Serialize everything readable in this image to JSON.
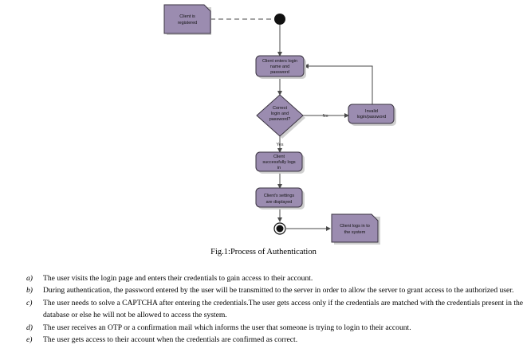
{
  "diagram": {
    "nodes": {
      "registered": [
        "Client is",
        "registered"
      ],
      "enter": [
        "Client enters login",
        "name and",
        "password"
      ],
      "decision": [
        "Correct",
        "login and",
        "password?"
      ],
      "invalid": [
        "Invalid",
        "login/password"
      ],
      "success": [
        "Client",
        "successfully logs",
        "in"
      ],
      "settings": [
        "Client's settings",
        "are displayed"
      ],
      "logs_system": [
        "Client logs in to",
        "the system"
      ]
    },
    "edges": {
      "no": "No",
      "yes": "Yes"
    },
    "colors": {
      "node_fill": "#9b8cb0",
      "node_stroke": "#3a3340",
      "shadow": "#cfcfcf",
      "edge": "#4a4a4a"
    }
  },
  "caption": "Fig.1:Process of Authentication",
  "steps": [
    {
      "marker": "a)",
      "text": "The user visits the login page and enters their credentials to gain access to their account."
    },
    {
      "marker": "b)",
      "text": "During authentication, the password entered by the user will be transmitted to the server in order to allow the server to grant access to the authorized user."
    },
    {
      "marker": "c)",
      "text": "The user needs to solve a CAPTCHA after entering the credentials.The user gets access only if the credentials are matched with the credentials present in the database or else he will not be allowed to access the system."
    },
    {
      "marker": "d)",
      "text": "The user receives an OTP or a confirmation mail which informs the user that someone is trying to login to their account."
    },
    {
      "marker": "e)",
      "text": "The user gets access to their account when the credentials are confirmed as correct."
    }
  ]
}
